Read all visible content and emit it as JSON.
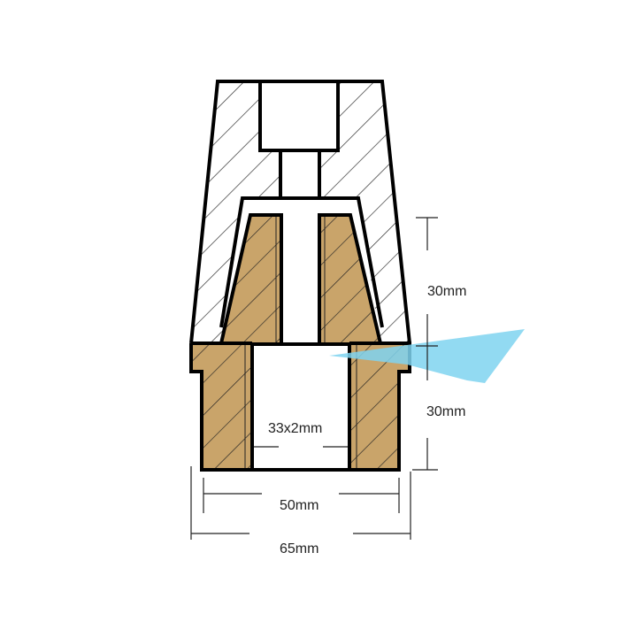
{
  "diagram": {
    "dimensions": {
      "upper_height": "30mm",
      "lower_height": "30mm",
      "bore": "33x2mm",
      "inner_width": "50mm",
      "outer_width": "65mm"
    },
    "colors": {
      "brass": "#c9a46a",
      "outline": "#000000",
      "hatch": "#222222",
      "watermark_accent": "#7fd3f0"
    }
  }
}
